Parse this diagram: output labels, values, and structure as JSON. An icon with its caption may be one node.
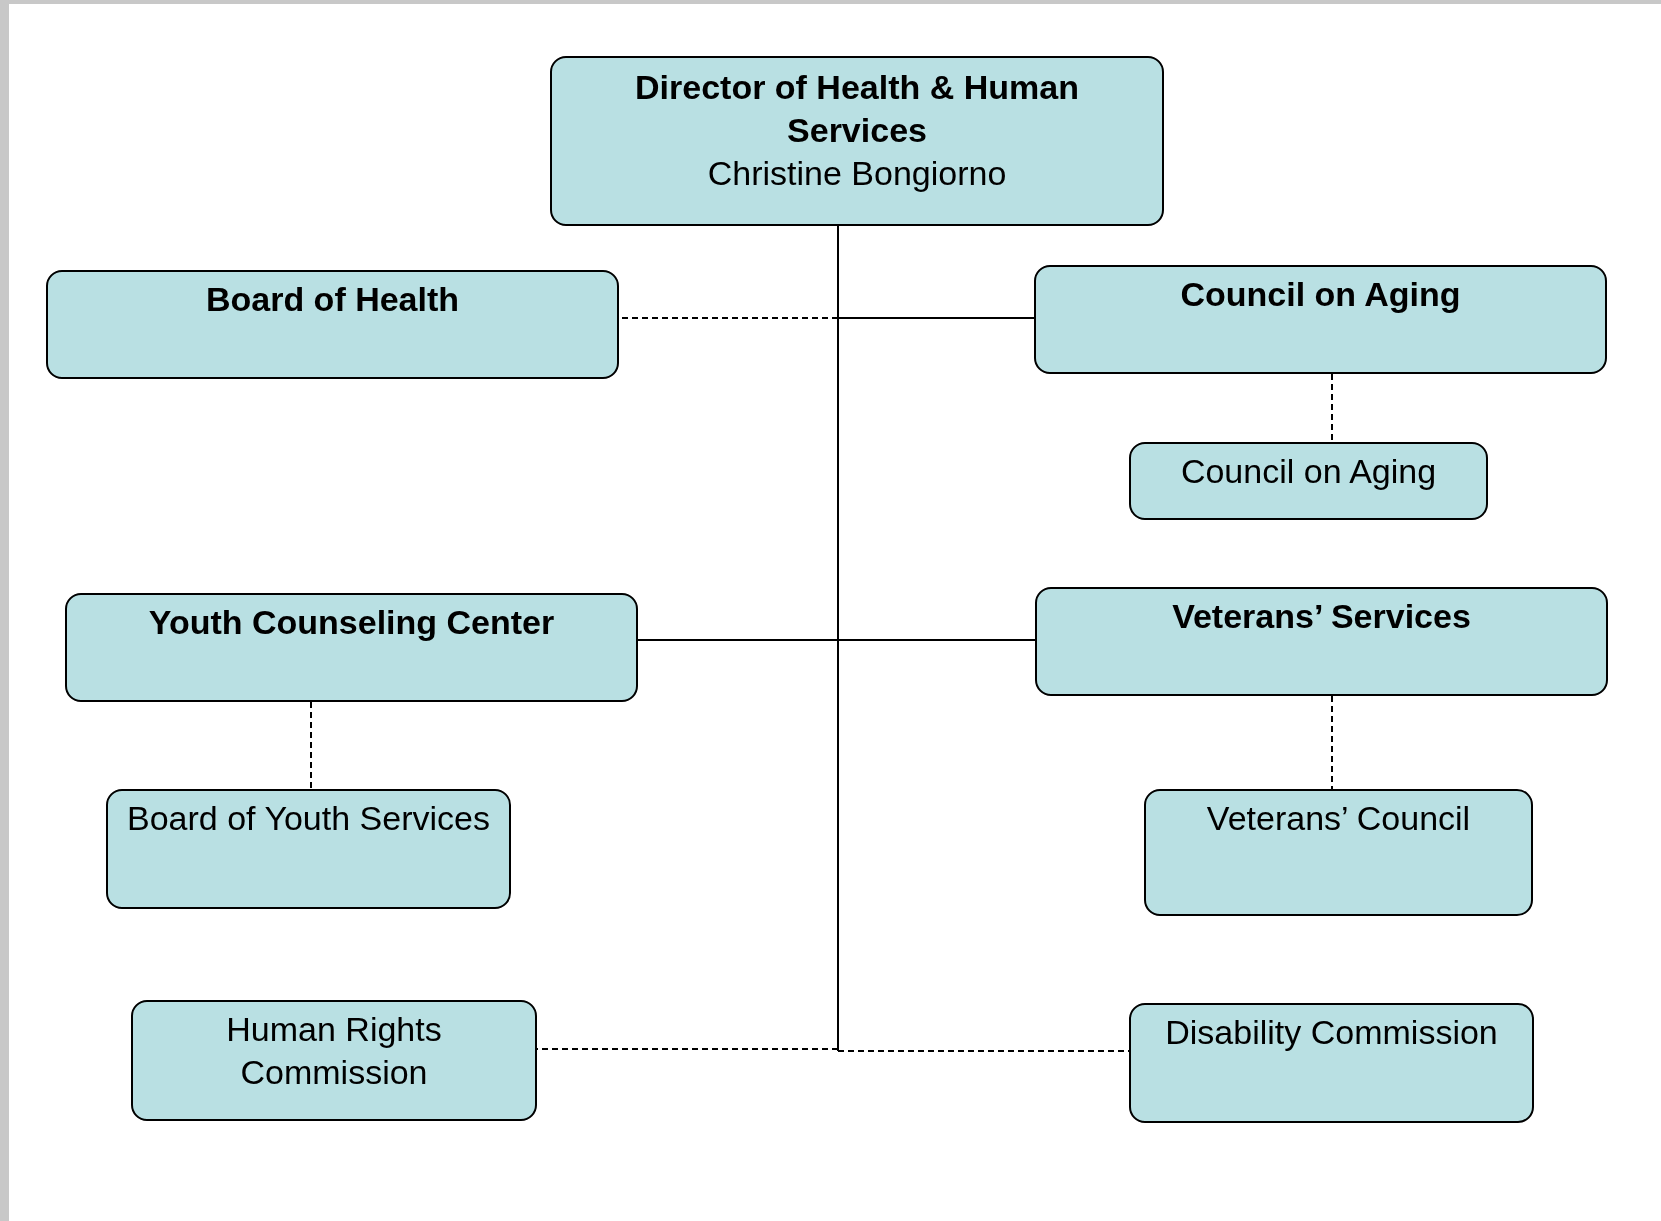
{
  "diagram": {
    "nodes": [
      {
        "text": [
          "Director of Health & Human Services",
          "Christine Bongiorno"
        ]
      },
      {
        "text": [
          "Board of Health"
        ]
      },
      {
        "text": [
          "Council on Aging"
        ]
      },
      {
        "text": [
          "Council on Aging"
        ]
      },
      {
        "text": [
          "Youth Counseling Center"
        ]
      },
      {
        "text": [
          "Board of Youth Services"
        ]
      },
      {
        "text": [
          "Veterans’ Services"
        ]
      },
      {
        "text": [
          "Veterans’ Council"
        ]
      },
      {
        "text": [
          "Human Rights Commission"
        ]
      },
      {
        "text": [
          "Disability Commission"
        ]
      }
    ],
    "edges": [
      {
        "from": 0,
        "to": 1,
        "arrow": "none",
        "style": "dashed"
      },
      {
        "from": 0,
        "to": 2,
        "arrow": "none"
      },
      {
        "from": 2,
        "to": 3,
        "arrow": "none",
        "style": "dashed"
      },
      {
        "from": 0,
        "to": 4,
        "arrow": "none"
      },
      {
        "from": 0,
        "to": 6,
        "arrow": "none"
      },
      {
        "from": 4,
        "to": 5,
        "arrow": "none",
        "style": "dashed"
      },
      {
        "from": 6,
        "to": 7,
        "arrow": "none",
        "style": "dashed"
      },
      {
        "from": 0,
        "to": 8,
        "arrow": "none",
        "style": "dashed"
      },
      {
        "from": 0,
        "to": 9,
        "arrow": "none",
        "style": "dashed"
      }
    ]
  }
}
